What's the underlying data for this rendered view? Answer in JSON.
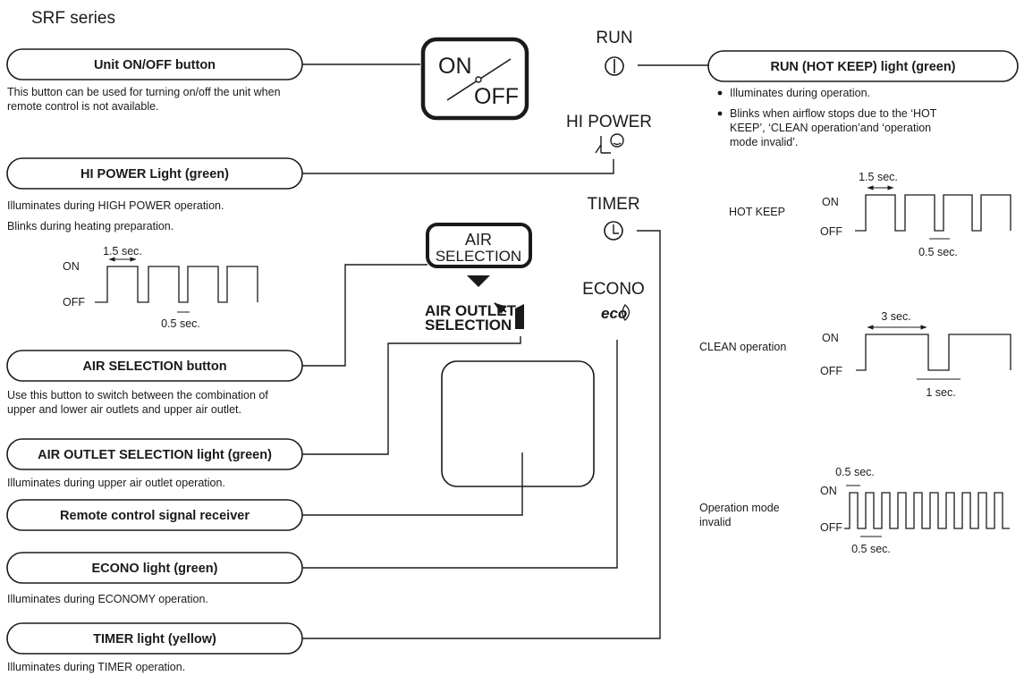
{
  "page": {
    "series_title": "SRF series"
  },
  "panel": {
    "onoff_on": "ON",
    "onoff_off": "OFF",
    "run_label": "RUN",
    "hipower_label": "HI POWER",
    "timer_label": "TIMER",
    "econo_label": "ECONO",
    "econo_icon_text": "eco",
    "air_selection_line1": "AIR",
    "air_selection_line2": "SELECTION",
    "air_outlet_line1": "AIR OUTLET",
    "air_outlet_line2": "SELECTION"
  },
  "callouts": {
    "unit_onoff": {
      "label": "Unit ON/OFF button",
      "desc_1": "This button can be used for turning on/off the unit when",
      "desc_2": "remote control is not available."
    },
    "hipower": {
      "label": "HI POWER Light (green)",
      "desc_1": "Illuminates during HIGH POWER operation.",
      "desc_2": "Blinks during heating preparation."
    },
    "air_selection": {
      "label": "AIR SELECTION button",
      "desc_1": "Use this button to switch between the combination of",
      "desc_2": "upper and lower air outlets and upper air outlet."
    },
    "air_outlet": {
      "label": "AIR OUTLET SELECTION light (green)",
      "desc_1": "Illuminates during upper air outlet operation."
    },
    "remote": {
      "label": "Remote control signal receiver"
    },
    "econo": {
      "label": "ECONO light (green)",
      "desc_1": "Illuminates during ECONOMY operation."
    },
    "timer": {
      "label": "TIMER light (yellow)",
      "desc_1": "Illuminates during TIMER operation."
    },
    "run": {
      "label": "RUN (HOT KEEP) light (green)",
      "bullet_1": "Illuminates during operation.",
      "bullet_2_l1": "Blinks when airflow stops due to the ‘HOT",
      "bullet_2_l2": "KEEP’, ‘CLEAN operation’and ‘operation",
      "bullet_2_l3": "mode invalid’."
    }
  },
  "timing": {
    "hipower": {
      "on": "ON",
      "off": "OFF",
      "t_high": "1.5 sec.",
      "t_low": "0.5 sec."
    },
    "hot_keep": {
      "name": "HOT KEEP",
      "on": "ON",
      "off": "OFF",
      "t_high": "1.5 sec.",
      "t_low": "0.5 sec."
    },
    "clean": {
      "name": "CLEAN operation",
      "on": "ON",
      "off": "OFF",
      "t_high": "3 sec.",
      "t_low": "1 sec."
    },
    "invalid": {
      "name_1": "Operation mode",
      "name_2": "invalid",
      "on": "ON",
      "off": "OFF",
      "t_high": "0.5 sec.",
      "t_low": "0.5 sec."
    }
  }
}
